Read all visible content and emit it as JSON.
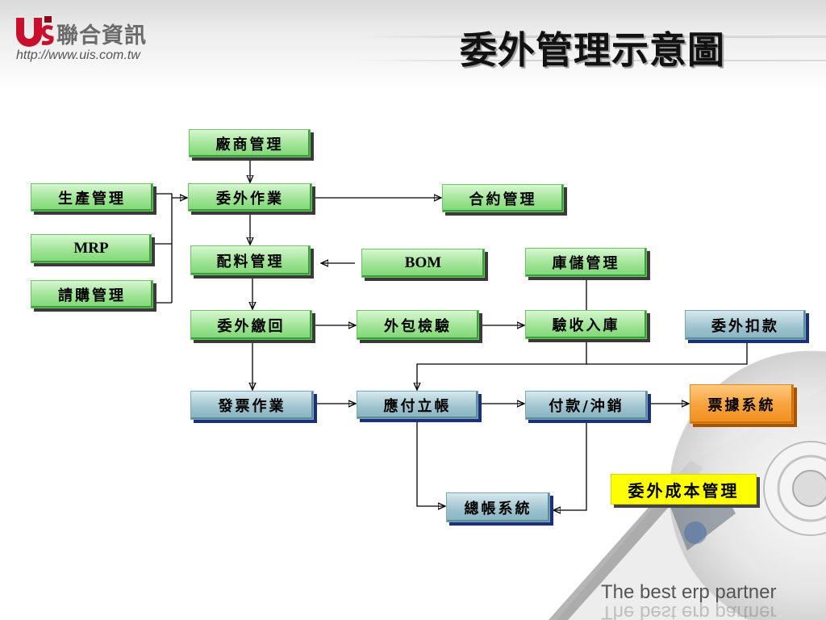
{
  "header": {
    "title": "委外管理示意圖",
    "company_name": "聯合資訊",
    "url": "http://www.uis.com.tw"
  },
  "nodes": {
    "vendor_mgmt": "廠商管理",
    "production_mgmt": "生產管理",
    "outsourcing_ops": "委外作業",
    "contract_mgmt": "合約管理",
    "mrp": "MRP",
    "material_alloc": "配料管理",
    "bom": "BOM",
    "inventory_mgmt": "庫儲管理",
    "purchase_request": "請購管理",
    "outsourcing_return": "委外繳回",
    "subcontract_inspection": "外包檢驗",
    "receiving_stock": "驗收入庫",
    "outsourcing_deduction": "委外扣款",
    "invoice_ops": "發票作業",
    "ap_posting": "應付立帳",
    "payment_offset": "付款/沖銷",
    "notes_system": "票據系統",
    "outsourcing_cost_mgmt": "委外成本管理",
    "general_ledger": "總帳系統"
  },
  "footer": {
    "tagline": "The best erp partner"
  },
  "colors": {
    "green": "#9fe495",
    "blue": "#9cc2cd",
    "orange": "#f7a43e",
    "yellow": "#ffff00",
    "title": "#111111",
    "logo_red": "#c8102e"
  },
  "icons": {
    "logo": "uis-logo-icon",
    "decoration": "hard-disk-illustration"
  }
}
